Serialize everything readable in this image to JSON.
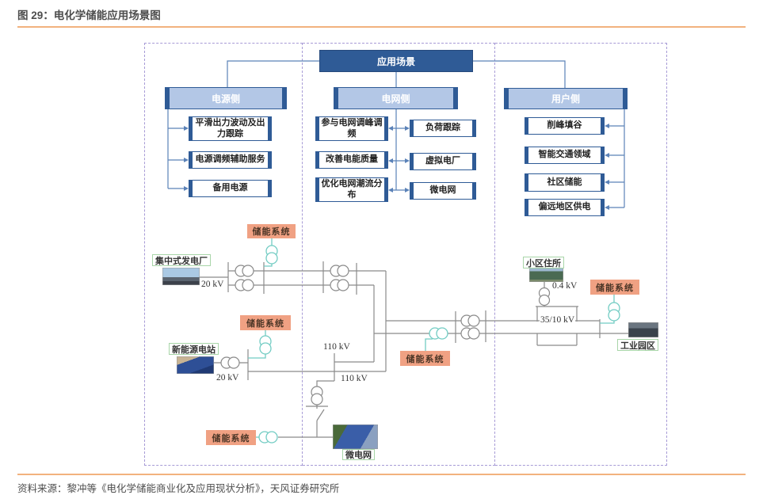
{
  "figure": {
    "title": "图 29：电化学储能应用场景图",
    "source": "资料来源：黎冲等《电化学储能商业化及应用现状分析》，天风证券研究所"
  },
  "flowchart": {
    "root": "应用场景",
    "power_side": {
      "header": "电源侧",
      "items": [
        "平滑出力波动及出力跟踪",
        "电源调频辅助服务",
        "备用电源"
      ]
    },
    "grid_side": {
      "header": "电网侧",
      "left_items": [
        "参与电网调峰调频",
        "改善电能质量",
        "优化电网潮流分布"
      ],
      "right_items": [
        "负荷跟踪",
        "虚拟电厂",
        "微电网"
      ]
    },
    "user_side": {
      "header": "用户侧",
      "items": [
        "削峰填谷",
        "智能交通领域",
        "社区储能",
        "偏远地区供电"
      ]
    }
  },
  "circuit": {
    "storage_system_label": "储能系统",
    "central_plant": "集中式发电厂",
    "renewable_station": "新能源电站",
    "residential": "小区住所",
    "industrial_park": "工业园区",
    "microgrid": "微电网",
    "kv_plant": "20 kV",
    "kv_renewable": "20 kV",
    "kv_line_upper": "110 kV",
    "kv_line_lower": "110 kV",
    "kv_residential": "0.4 kV",
    "kv_distribution": "35/10 kV"
  },
  "colors": {
    "primary_blue": "#2f5b96",
    "light_blue_fill": "#b3c7e6",
    "storage_orange": "#f0a183",
    "transformer_teal": "#72ccc3",
    "section_dash_purple": "#a79bd6",
    "rule_orange": "#f2b27e",
    "circuit_gray": "#8a8a8a"
  }
}
